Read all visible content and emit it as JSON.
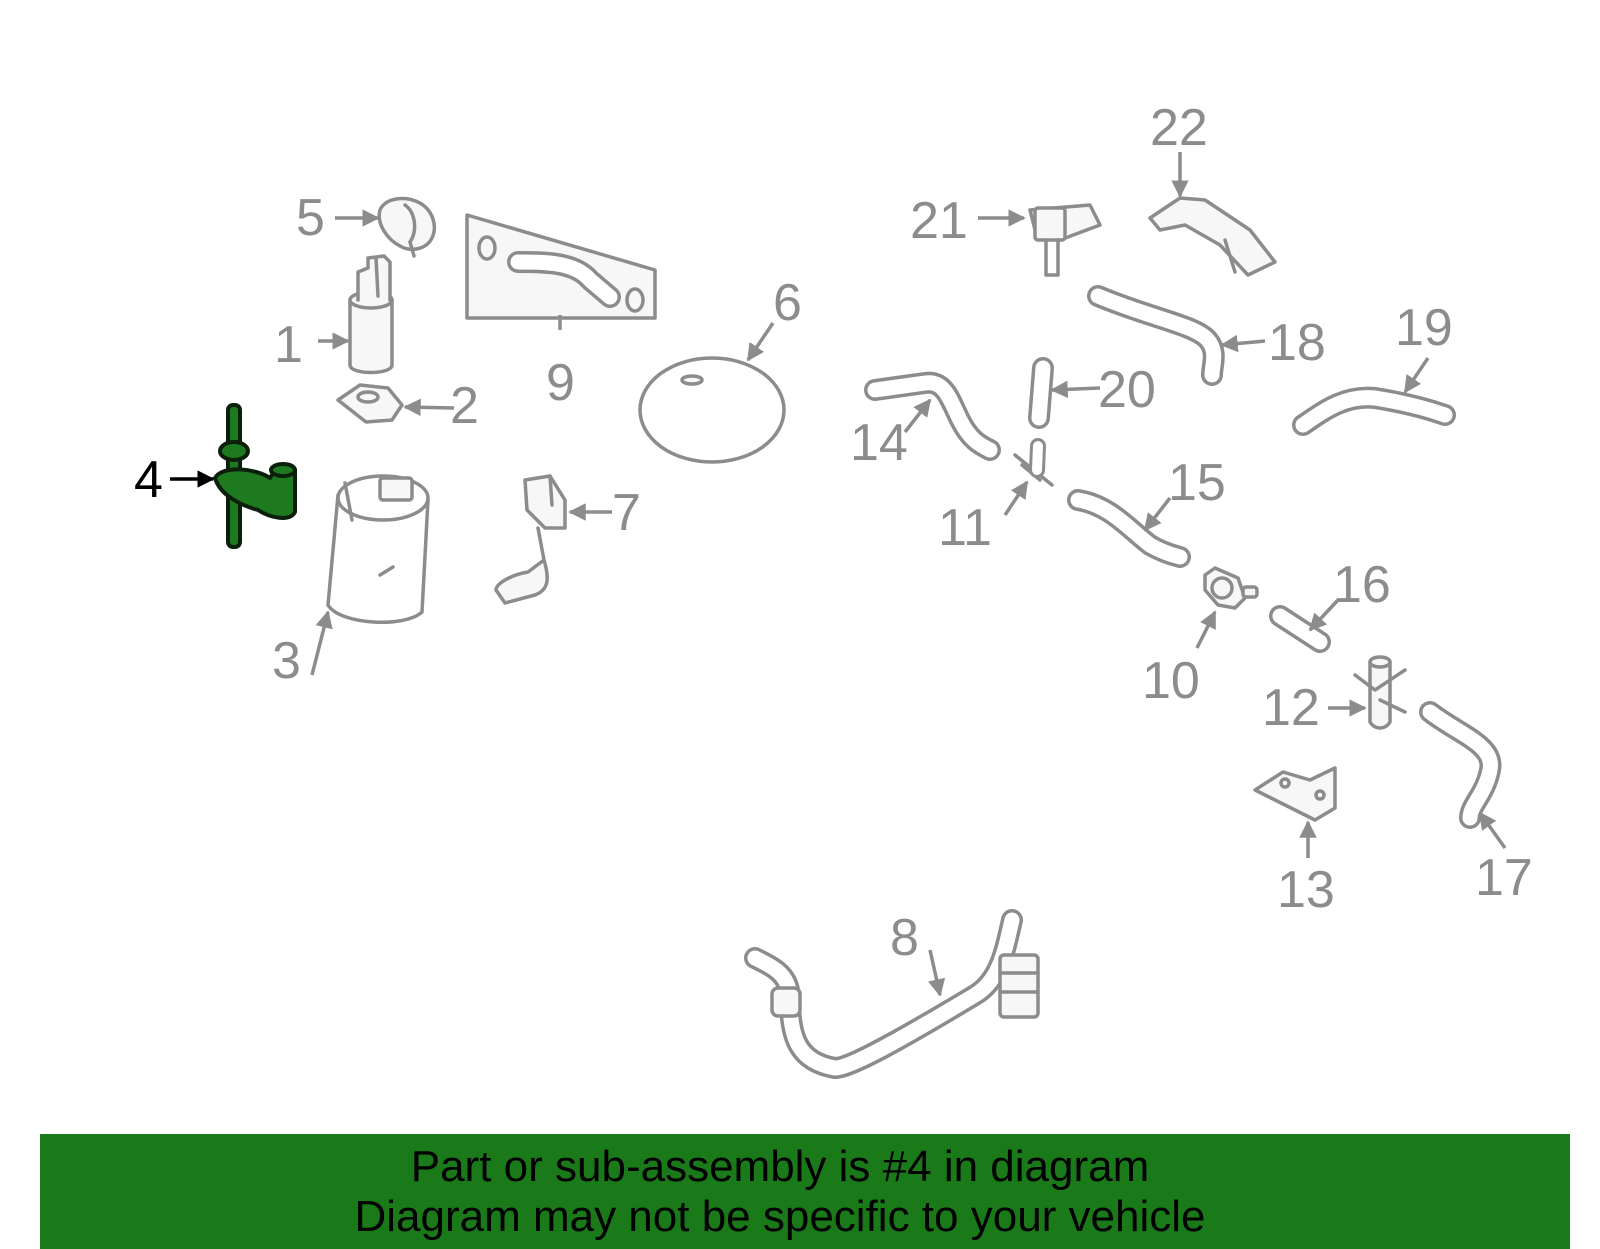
{
  "diagram": {
    "callouts": [
      "1",
      "2",
      "3",
      "4",
      "5",
      "6",
      "7",
      "8",
      "9",
      "10",
      "11",
      "12",
      "13",
      "14",
      "15",
      "16",
      "17",
      "18",
      "19",
      "20",
      "21",
      "22"
    ],
    "highlighted_part": "4",
    "colors": {
      "highlight": "#1e7a1e",
      "parts": "#8c8c8c",
      "banner": "#1a7a1a"
    }
  },
  "banner": {
    "line1": "Part or sub-assembly is #4 in diagram",
    "line2": "Diagram may not be specific to your vehicle"
  }
}
